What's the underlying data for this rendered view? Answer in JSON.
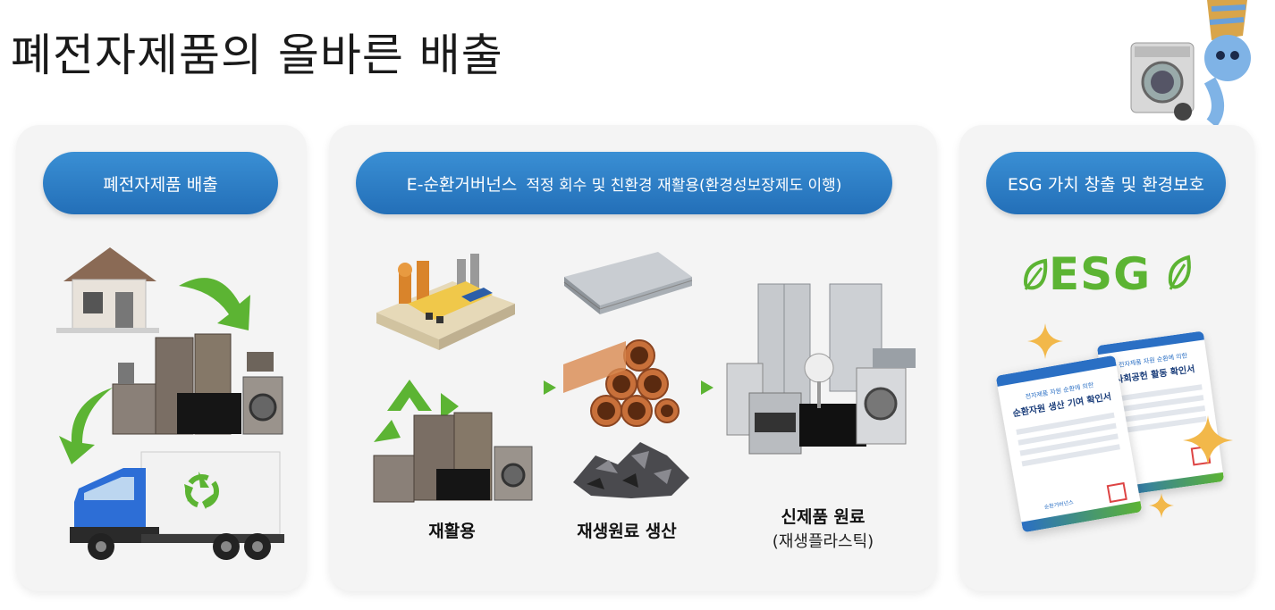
{
  "page_title": "폐전자제품의 올바른 배출",
  "cards": {
    "disposal": {
      "pill": "폐전자제품 배출"
    },
    "governance": {
      "pill_main": "E-순환거버넌스",
      "pill_sub": "적정 회수 및 친환경 재활용(환경성보장제도 이행)",
      "steps": {
        "recycle": "재활용",
        "raw_material": "재생원료 생산",
        "new_product": "신제품 원료",
        "new_product_sub": "(재생플라스틱)"
      }
    },
    "esg": {
      "pill": "ESG 가치 창출 및 환경보호",
      "logo_text": "ESG",
      "doc_back": {
        "line1": "전자제품 자원 순환에 의한",
        "line2": "사회공헌 활동 확인서"
      },
      "doc_front": {
        "line1": "전자제품 자원 순환에 의한",
        "line2": "순환자원 생산 기여 확인서",
        "footer": "순환거버넌스"
      }
    }
  },
  "colors": {
    "pill": "#2a7ac4",
    "arrow_green": "#5cb433",
    "esg_green": "#5cb433"
  }
}
